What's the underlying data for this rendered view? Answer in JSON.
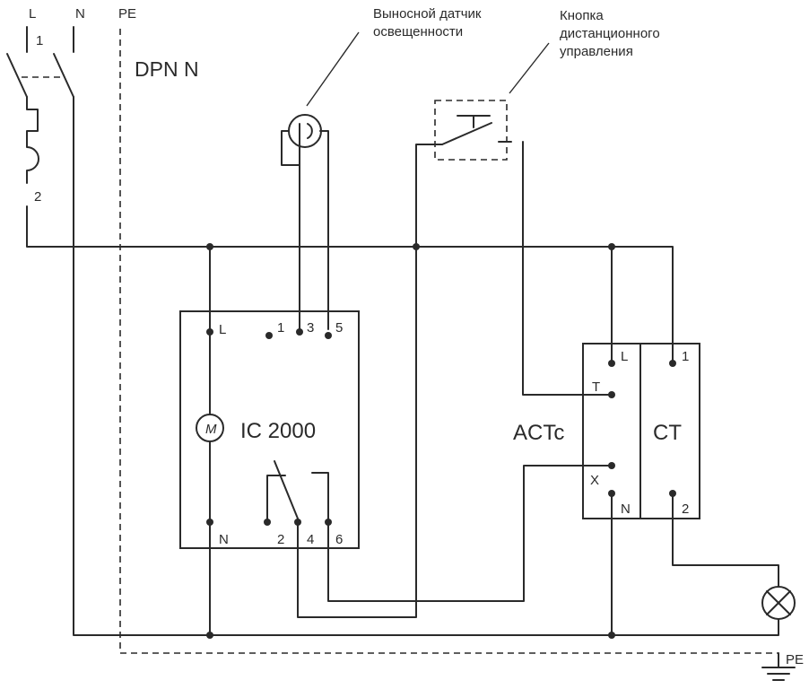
{
  "labels": {
    "L_top": "L",
    "N_top": "N",
    "PE_top": "PE",
    "breaker_1": "1",
    "breaker_2": "2",
    "dpn": "DPN N",
    "sensor_line1": "Выносной датчик",
    "sensor_line2": "освещенности",
    "button_line1": "Кнопка",
    "button_line2": "дистанционного",
    "button_line3": "управления",
    "ic_name": "IC 2000",
    "ic_L": "L",
    "ic_N": "N",
    "ic_1": "1",
    "ic_3": "3",
    "ic_5": "5",
    "ic_2": "2",
    "ic_4": "4",
    "ic_6": "6",
    "motor": "M",
    "actc": "ACTc",
    "ct": "CT",
    "act_L": "L",
    "act_T": "T",
    "act_X": "X",
    "act_N": "N",
    "ct_1": "1",
    "ct_2": "2",
    "PE_bottom": "PE"
  },
  "colors": {
    "line": "#2a2a2a",
    "background": "#ffffff"
  }
}
